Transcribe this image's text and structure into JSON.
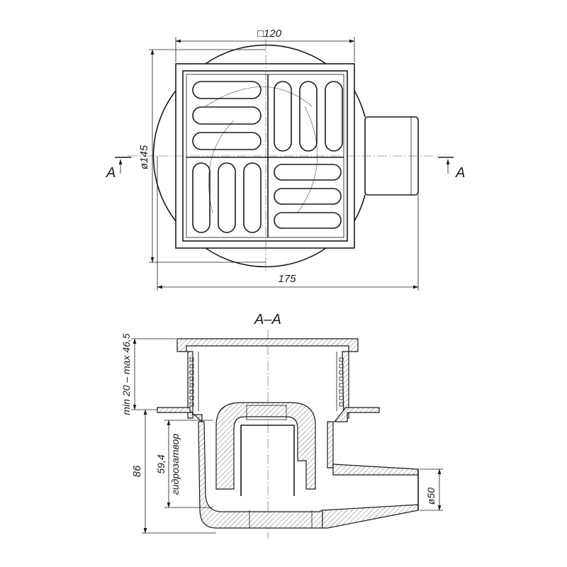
{
  "plan_view": {
    "dim_square": "□120",
    "dim_diameter": "ø145",
    "dim_width": "175",
    "section_mark_left": "A",
    "section_mark_right": "A"
  },
  "section_view": {
    "title": "A–A",
    "dim_adjust": "min 20 – max 46,5",
    "dim_height": "86",
    "dim_seal": "59,4",
    "seal_label": "гидрозатвор",
    "dim_outlet": "ø50"
  }
}
